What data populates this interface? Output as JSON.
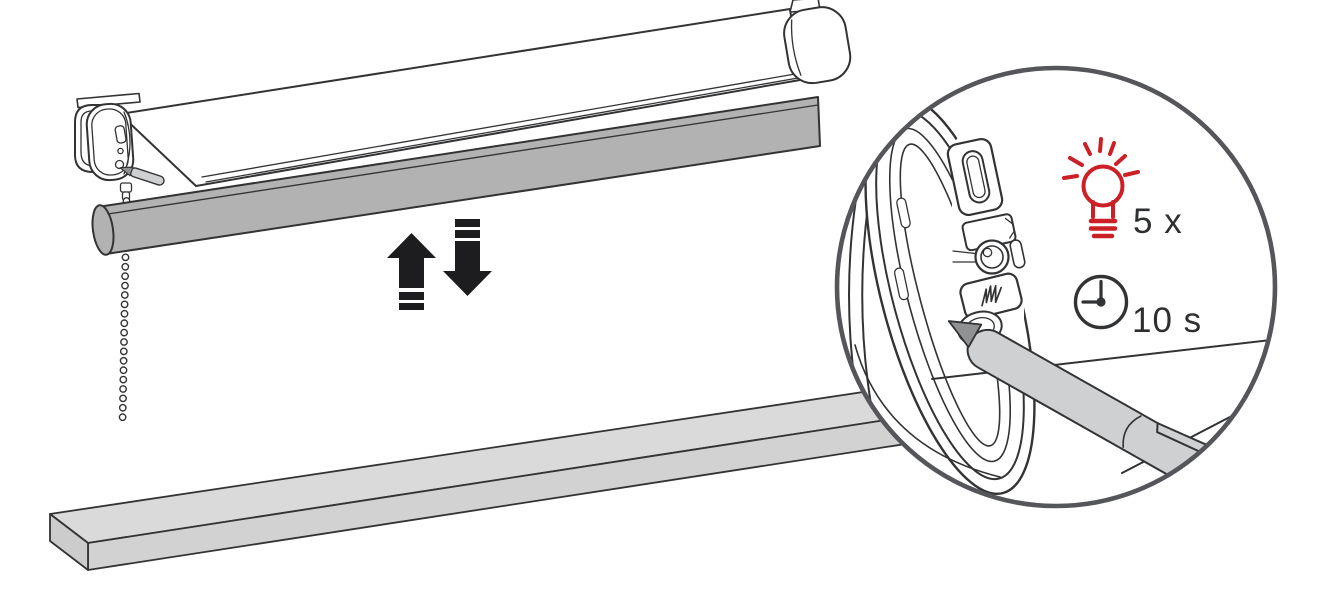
{
  "illustration": {
    "labels": {
      "blink_count": "5 x",
      "hold_duration": "10 s"
    },
    "icons": {
      "movement": [
        "up-arrow-icon",
        "down-arrow-icon"
      ],
      "legend": [
        "led-blink-icon",
        "clock-icon"
      ],
      "detail_view": [
        "magnifier-circle",
        "usb-c-port",
        "led-indicator",
        "program-button",
        "reset-scribble-icon",
        "pen"
      ],
      "blind_parts": [
        "mounting-bracket",
        "roller-tube",
        "motor-head",
        "bead-chain",
        "bottom-bar",
        "window-sill"
      ]
    },
    "colors": {
      "accent_red": "#cb2026",
      "line_dark": "#323335",
      "magnifier_ring_gray": "#54565a",
      "arrow_black": "#1d1d1f",
      "bottom_bar_gray": "#b2b2b2",
      "sill_gray": "#dadada",
      "pen_body_gray": "#ced0d2",
      "pen_tip_gray": "#8f9193",
      "background": "#ffffff"
    }
  }
}
